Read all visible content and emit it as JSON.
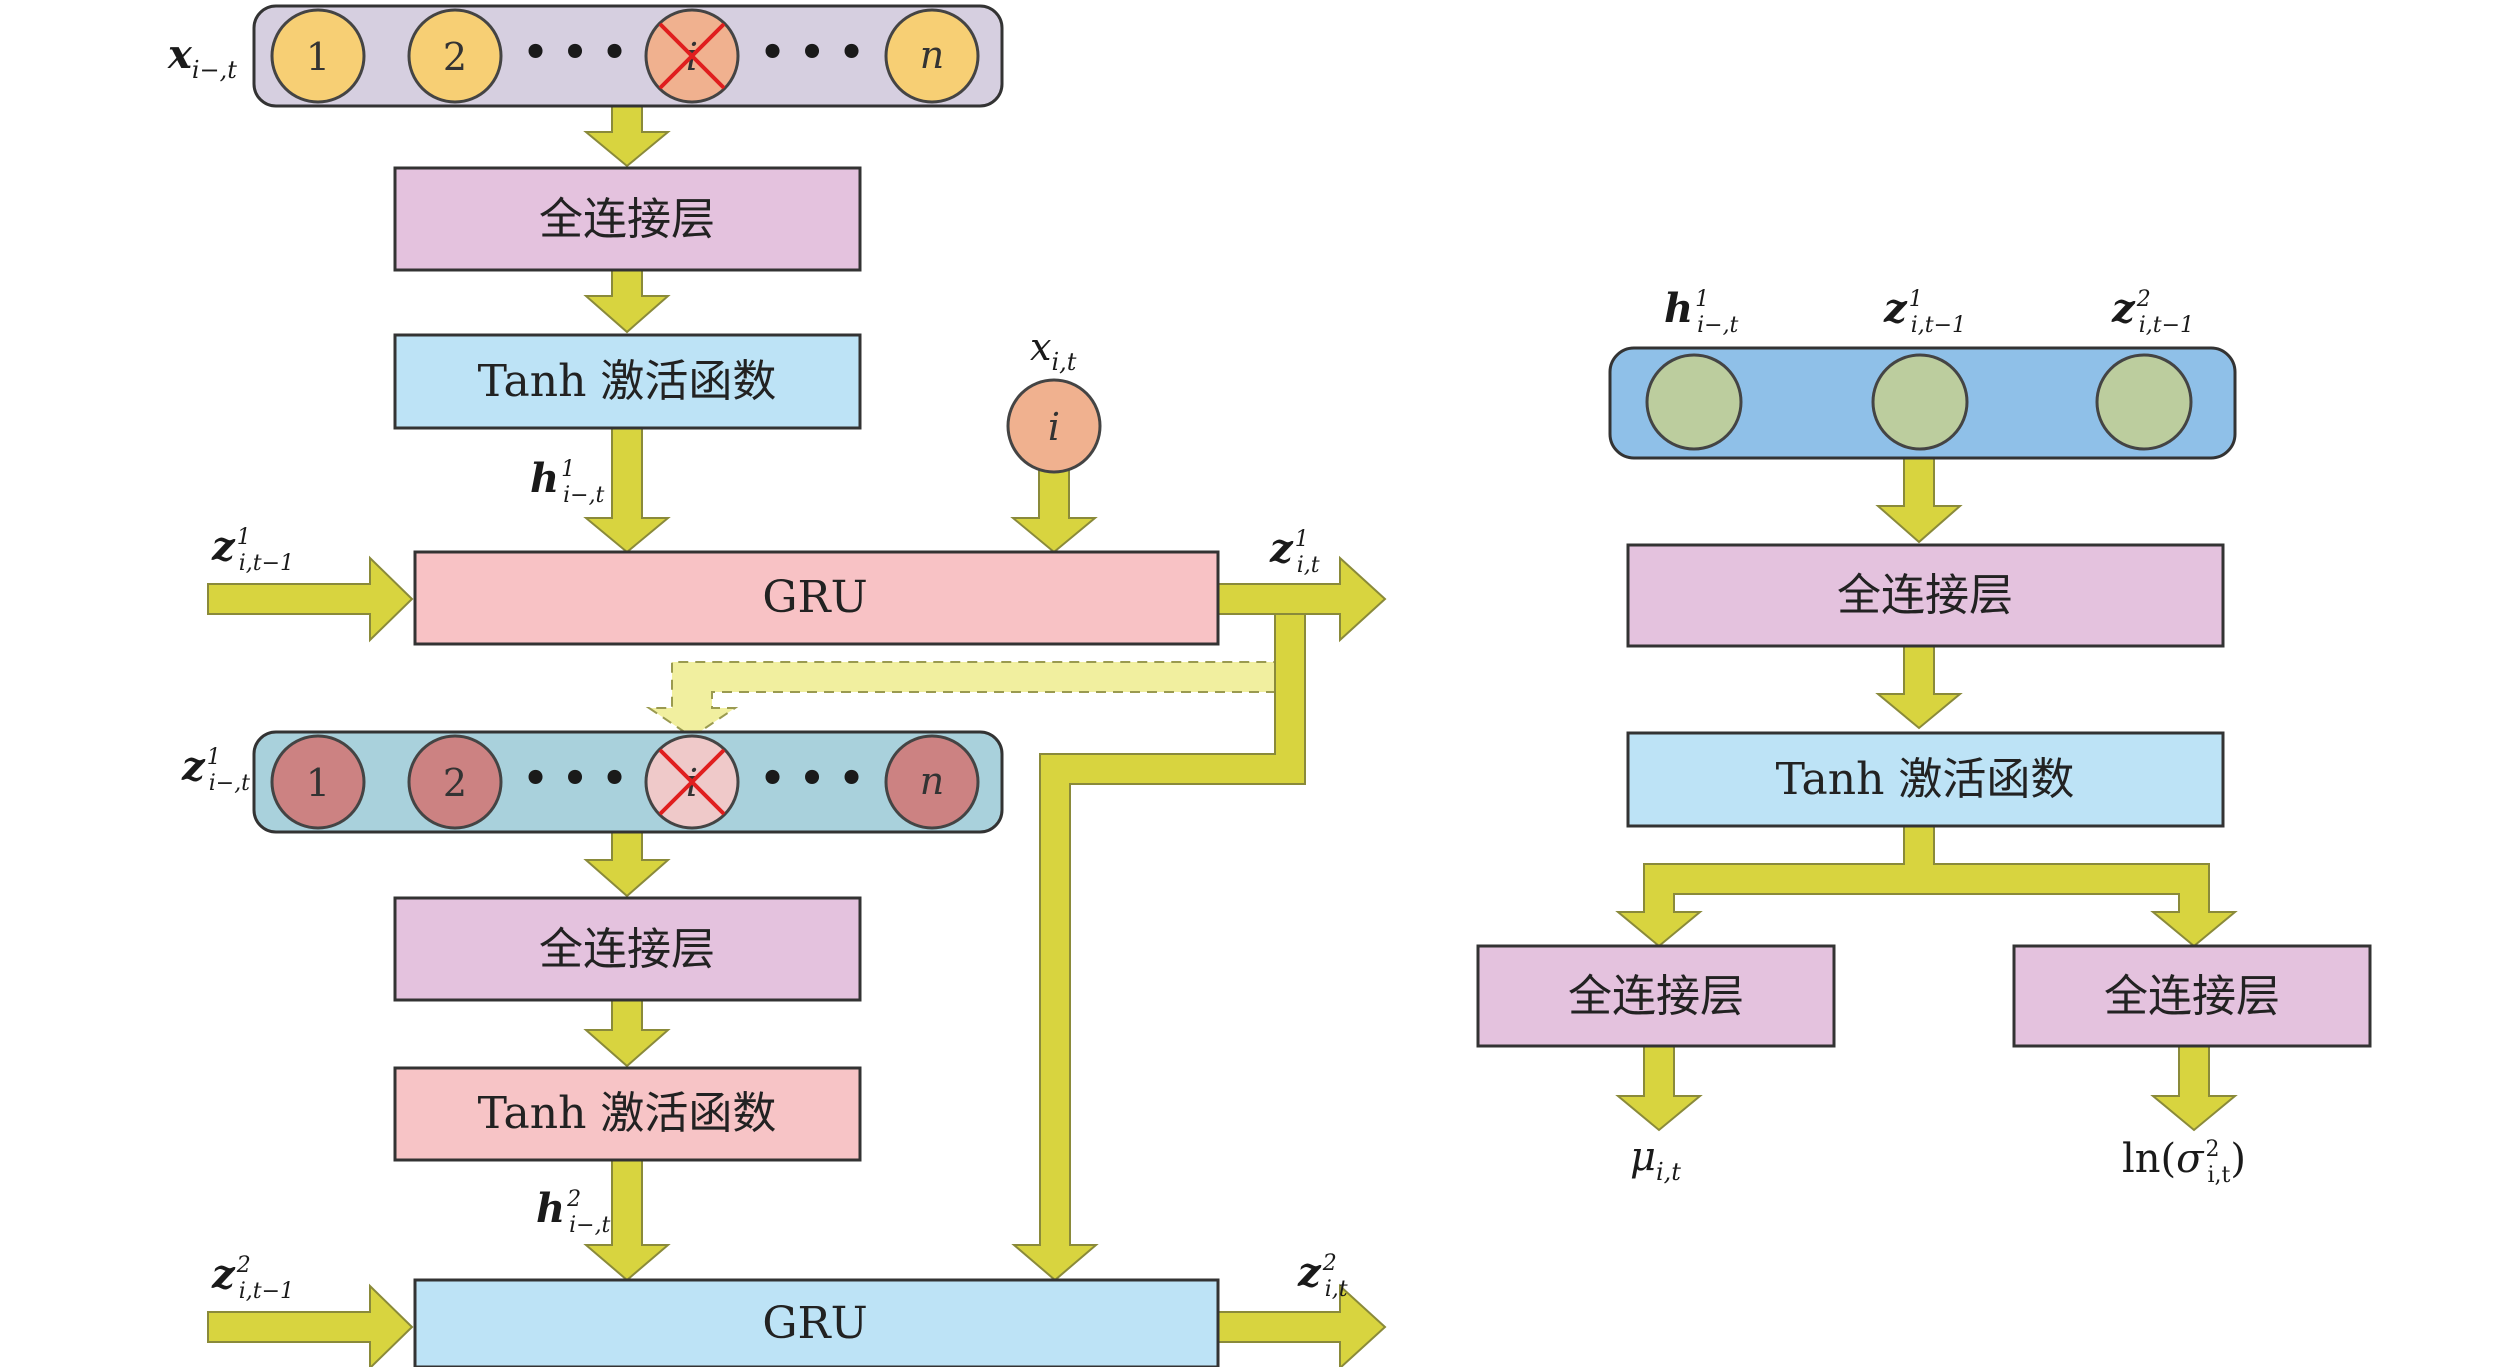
{
  "left": {
    "input_row_label": "x",
    "input_row_sub": "i−,t",
    "input_nodes": [
      "1",
      "2",
      "i",
      "n"
    ],
    "ellipsis": "• • •",
    "fc1_label": "全连接层",
    "tanh1_label": "Tanh 激活函数",
    "h1_label": "h",
    "h1_sup": "1",
    "h1_sub": "i−,t",
    "xit_label": "x",
    "xit_sub": "i,t",
    "xit_node": "i",
    "z1_prev_label": "z",
    "z1_prev_sup": "1",
    "z1_prev_sub": "i,t−1",
    "gru1_label": "GRU",
    "z1_out_label": "z",
    "z1_out_sup": "1",
    "z1_out_sub": "i,t",
    "z1_row_label": "z",
    "z1_row_sup": "1",
    "z1_row_sub": "i−,t",
    "z_nodes": [
      "1",
      "2",
      "i",
      "n"
    ],
    "fc2_label": "全连接层",
    "tanh2_label": "Tanh 激活函数",
    "h2_label": "h",
    "h2_sup": "2",
    "h2_sub": "i−,t",
    "z2_prev_label": "z",
    "z2_prev_sup": "2",
    "z2_prev_sub": "i,t−1",
    "gru2_label": "GRU",
    "z2_out_label": "z",
    "z2_out_sup": "2",
    "z2_out_sub": "i,t"
  },
  "right": {
    "in1_label": "h",
    "in1_sup": "1",
    "in1_sub": "i−,t",
    "in2_label": "z",
    "in2_sup": "1",
    "in2_sub": "i,t−1",
    "in3_label": "z",
    "in3_sup": "2",
    "in3_sub": "i,t−1",
    "fc_label": "全连接层",
    "tanh_label": "Tanh 激活函数",
    "fc_mu_label": "全连接层",
    "fc_sigma_label": "全连接层",
    "mu_label": "μ",
    "mu_sub": "i,t",
    "ln_prefix": "ln(",
    "sigma_label": "σ",
    "sigma_sup": "2",
    "sigma_sub": "i,t",
    "ln_suffix": ")"
  },
  "colors": {
    "arrow": "#d8d43f",
    "arrow_dashed": "#f1ef9f",
    "input_row_bg": "#d6cfe0",
    "node_orange": "#f7cf74",
    "node_masked": "#f0b18f",
    "z_row_bg": "#a9d1dc",
    "node_red": "#cc8282",
    "node_masked_light": "#efc9c9",
    "fc_pink": "#e4c2de",
    "tanh_blue": "#bde3f6",
    "tanh_pink": "#f7c4c6",
    "gru_pink": "#f8c2c5",
    "gru_blue": "#bde3f6",
    "right_row_bg": "#8fc0e8",
    "node_green": "#bccd9e",
    "cross": "#e01e1e"
  }
}
